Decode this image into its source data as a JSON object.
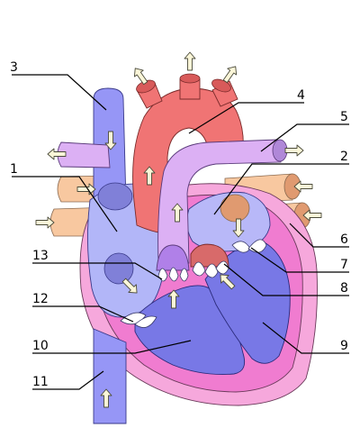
{
  "labels": [
    {
      "id": "1",
      "text": "1"
    },
    {
      "id": "2",
      "text": "2"
    },
    {
      "id": "3",
      "text": "3"
    },
    {
      "id": "4",
      "text": "4"
    },
    {
      "id": "5",
      "text": "5"
    },
    {
      "id": "6",
      "text": "6"
    },
    {
      "id": "7",
      "text": "7"
    },
    {
      "id": "8",
      "text": "8"
    },
    {
      "id": "9",
      "text": "9"
    },
    {
      "id": "10",
      "text": "10"
    },
    {
      "id": "11",
      "text": "11"
    },
    {
      "id": "12",
      "text": "12"
    },
    {
      "id": "13",
      "text": "13"
    }
  ],
  "colors": {
    "deoxygenated_vessel": "#9696f6",
    "right_atrium": "#b2b6f8",
    "ventricle_chamber": "#7878e6",
    "pulmonary_artery": "#dcb0f4",
    "aorta": "#f07474",
    "pulmonary_vein": "#f8c8a0",
    "left_atrium": "#b8b8f8",
    "heart_wall": "#f07cd0",
    "pericardium": "#f6a8dc",
    "valve_white": "#ffffff",
    "flow_arrow": "#fbf6d8"
  }
}
